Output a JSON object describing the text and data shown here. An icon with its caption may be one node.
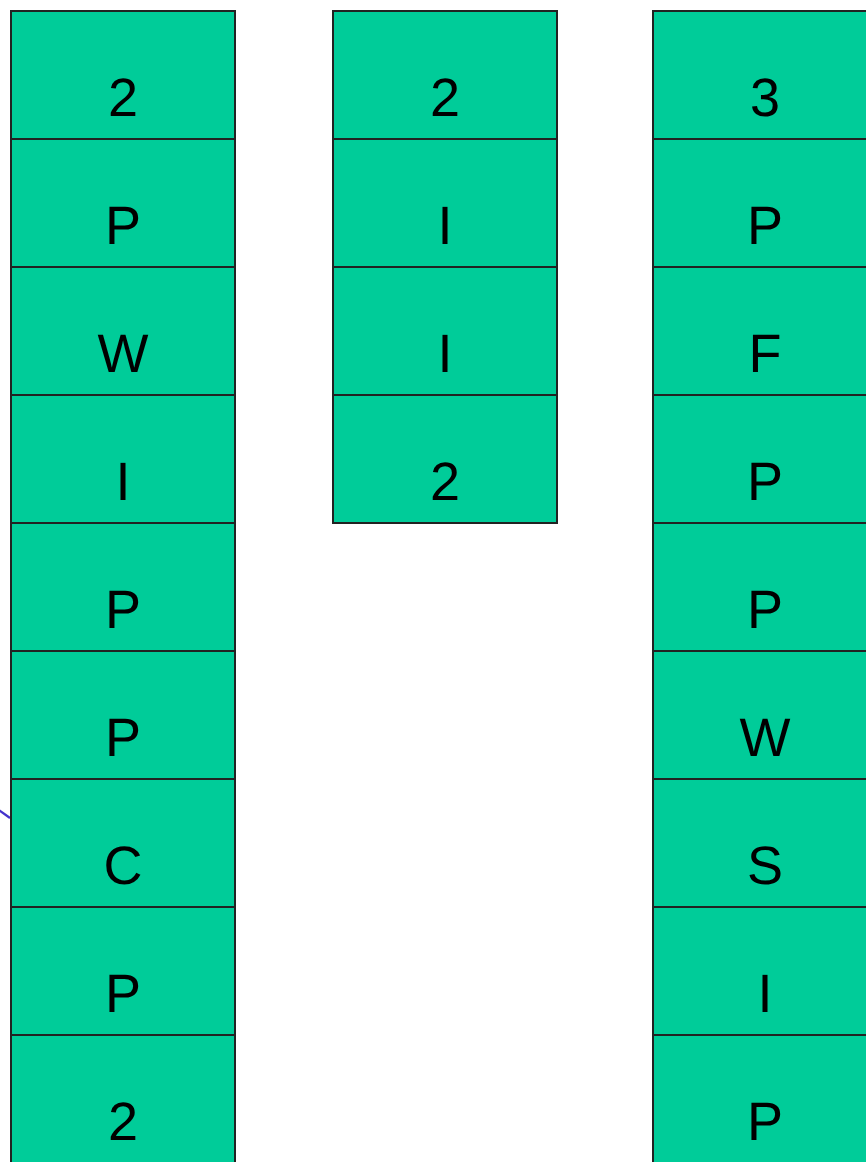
{
  "diagram": {
    "nodes": [
      {
        "text": [
          "2"
        ]
      },
      {
        "text": [
          "P"
        ]
      },
      {
        "text": [
          "W"
        ]
      },
      {
        "text": [
          "I"
        ]
      },
      {
        "text": [
          "P"
        ]
      },
      {
        "text": [
          "P"
        ]
      },
      {
        "text": [
          "C"
        ]
      },
      {
        "text": [
          "P"
        ]
      },
      {
        "text": [
          "2"
        ]
      },
      {
        "text": [
          "2"
        ]
      },
      {
        "text": [
          "I"
        ]
      },
      {
        "text": [
          "I"
        ]
      },
      {
        "text": [
          "2"
        ]
      },
      {
        "text": [
          "3"
        ]
      },
      {
        "text": [
          "P"
        ]
      },
      {
        "text": [
          "F"
        ]
      },
      {
        "text": [
          "P"
        ]
      },
      {
        "text": [
          "P"
        ]
      },
      {
        "text": [
          "W"
        ]
      },
      {
        "text": [
          "S"
        ]
      },
      {
        "text": [
          "I"
        ]
      },
      {
        "text": [
          "P"
        ]
      }
    ],
    "edges": [
      {
        "from": null,
        "to": 6,
        "arrow": "none"
      }
    ]
  }
}
